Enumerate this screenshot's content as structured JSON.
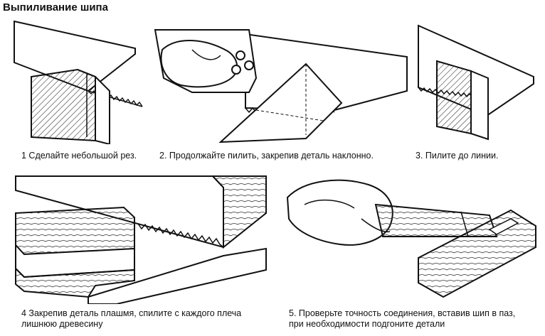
{
  "title": "Выпиливание шипа",
  "steps": [
    {
      "caption": "1  Сделайте небольшой рез."
    },
    {
      "caption": "2. Продолжайте пилить, закрепив деталь наклонно."
    },
    {
      "caption": "3. Пилите до линии."
    },
    {
      "caption": "4  Закрепив деталь плашмя, спилите с каждого плеча",
      "caption2": "лишнюю древесину"
    },
    {
      "caption": "5. Проверьте точность соединения, вставив шип в паз,",
      "caption2": "при необходимости подгоните детали"
    }
  ]
}
